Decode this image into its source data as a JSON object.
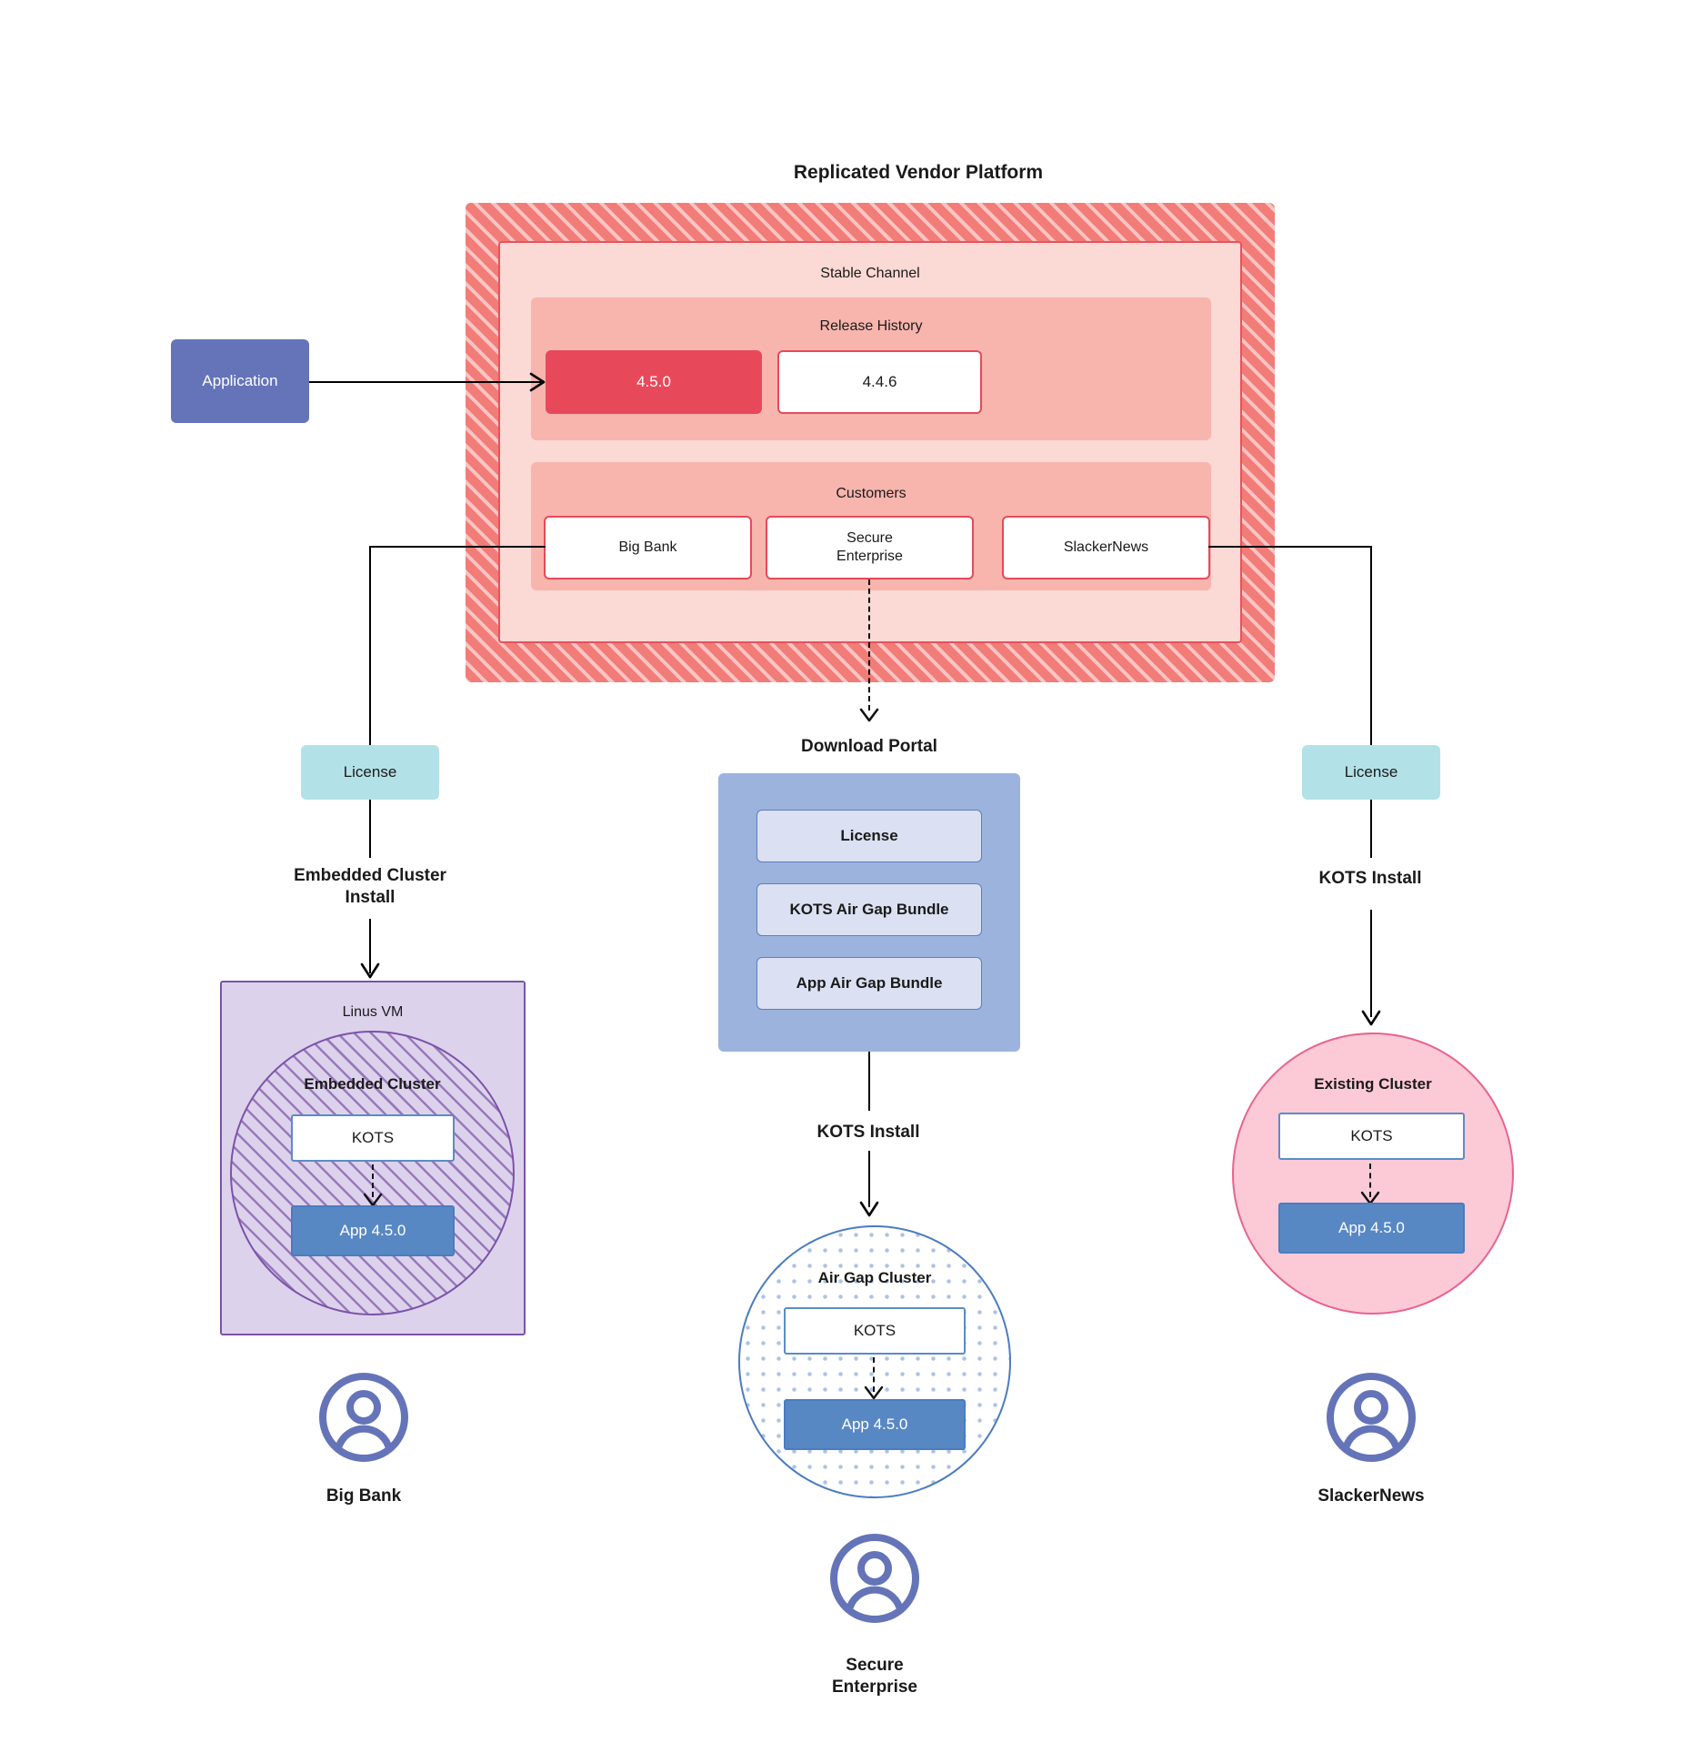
{
  "diagram": {
    "title": "Replicated Vendor Platform",
    "vendor_platform": {
      "title": "Replicated Vendor Platform",
      "channel_label": "Stable Channel",
      "release_history_label": "Release History",
      "releases": [
        {
          "version": "4.5.0",
          "state": "active"
        },
        {
          "version": "4.4.6",
          "state": "inactive"
        }
      ],
      "customers_label": "Customers",
      "customers": [
        {
          "name": "Big Bank"
        },
        {
          "name": "Secure\nEnterprise"
        },
        {
          "name": "SlackerNews"
        }
      ]
    },
    "application": {
      "label": "Application"
    },
    "license_left": {
      "label": "License"
    },
    "license_right": {
      "label": "License"
    },
    "download_portal": {
      "title": "Download  Portal",
      "items": [
        {
          "label": "License"
        },
        {
          "label": "KOTS Air Gap Bundle"
        },
        {
          "label": "App Air Gap Bundle"
        }
      ]
    },
    "flows": {
      "embedded_cluster_install": "Embedded Cluster\nInstall",
      "kots_install_center": "KOTS Install",
      "kots_install_right": "KOTS Install"
    },
    "left_branch": {
      "vm_label": "Linus VM",
      "cluster_label": "Embedded Cluster",
      "kots_label": "KOTS",
      "app_label": "App 4.5.0",
      "customer_label": "Big Bank",
      "avatar": "user-avatar-icon"
    },
    "center_branch": {
      "cluster_label": "Air Gap Cluster",
      "kots_label": "KOTS",
      "app_label": "App 4.5.0",
      "customer_label": "Secure\nEnterprise",
      "avatar": "user-avatar-icon"
    },
    "right_branch": {
      "cluster_label": "Existing Cluster",
      "kots_label": "KOTS",
      "app_label": "App 4.5.0",
      "customer_label": "SlackerNews",
      "avatar": "user-avatar-icon"
    },
    "colors": {
      "platform_hatch": "#f27c78",
      "stable_channel": "#fbd9d4",
      "inner_band": "#f7b5ad",
      "release_active": "#e8495a",
      "accent_red": "#e8495a",
      "application": "#6574b8",
      "license_chip": "#b3e1e8",
      "portal": "#9cb3dd",
      "portal_item": "#dbe1f2",
      "vm_fill": "#ddd2ec",
      "vm_stroke": "#7b53a8",
      "airgap_stroke": "#4a7cc0",
      "existing_fill": "#fcc9d7",
      "existing_stroke": "#e8638f",
      "app_version": "#5888c4",
      "avatar": "#6574b8"
    }
  }
}
